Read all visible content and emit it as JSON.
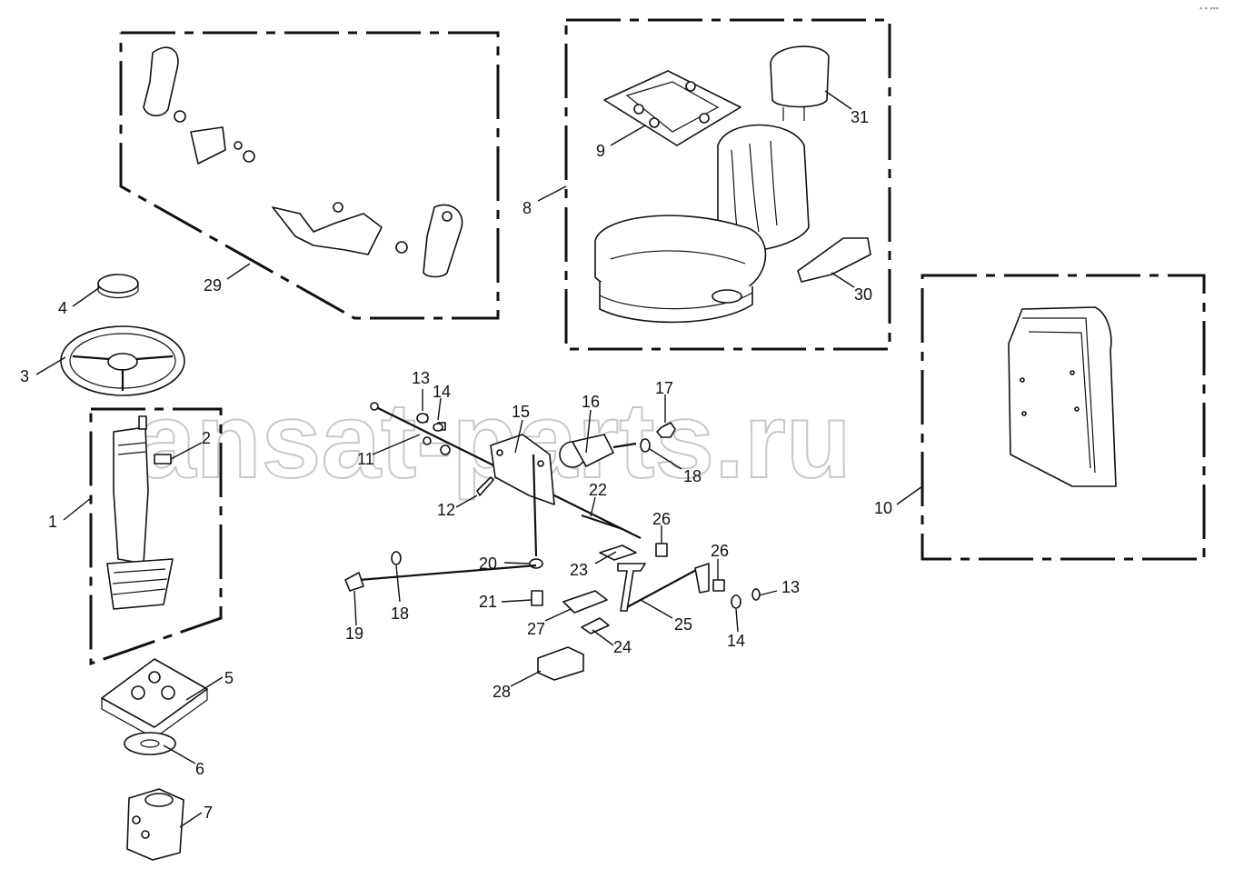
{
  "watermark": "ansat-parts.ru",
  "corner_mark": "▪ ▪ ▪▪▪",
  "callouts": [
    "1",
    "2",
    "3",
    "4",
    "5",
    "6",
    "7",
    "8",
    "9",
    "10",
    "11",
    "12",
    "13",
    "14",
    "15",
    "16",
    "17",
    "18",
    "19",
    "20",
    "21",
    "22",
    "23",
    "24",
    "25",
    "26",
    "27",
    "28",
    "29",
    "30",
    "31",
    "13",
    "14",
    "18",
    "26"
  ]
}
